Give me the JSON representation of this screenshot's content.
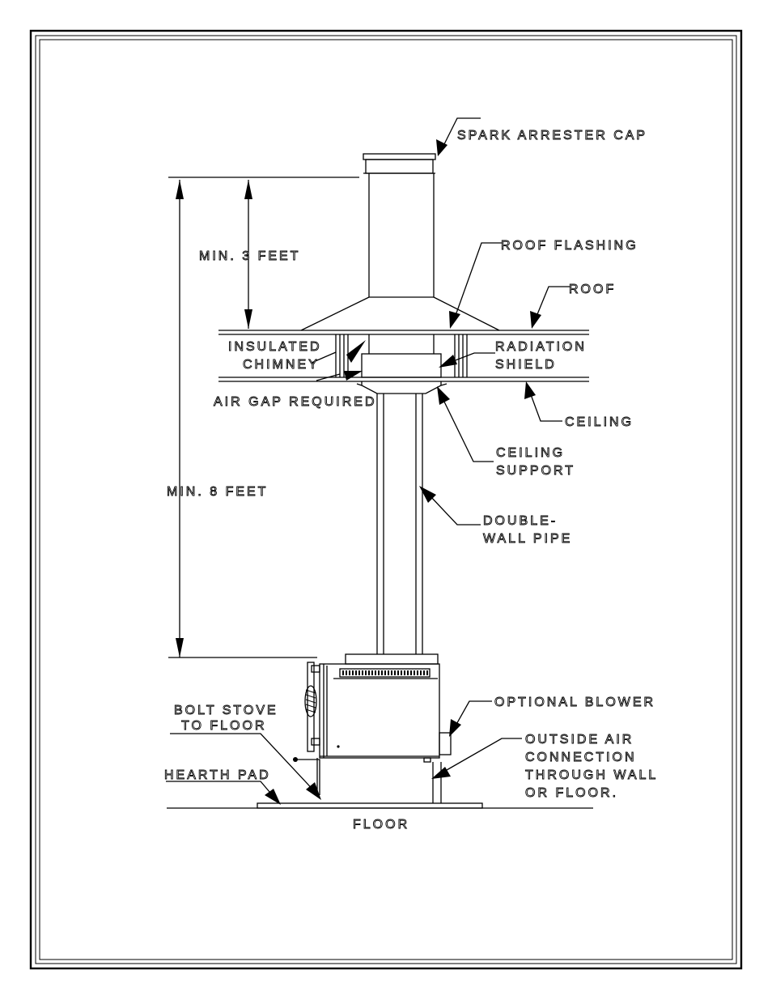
{
  "labels": {
    "spark_arrester_cap": "SPARK ARRESTER CAP",
    "min_3_feet": "MIN. 3 FEET",
    "roof_flashing": "ROOF FLASHING",
    "roof": "ROOF",
    "insulated": "INSULATED",
    "chimney": "CHIMNEY",
    "radiation": "RADIATION",
    "shield": "SHIELD",
    "air_gap_required": "AIR GAP REQUIRED",
    "ceiling": "CEILING",
    "ceiling_support_1": "CEILING",
    "ceiling_support_2": "SUPPORT",
    "min_8_feet": "MIN. 8 FEET",
    "double_wall_1": "DOUBLE-",
    "double_wall_2": "WALL PIPE",
    "optional_blower": "OPTIONAL BLOWER",
    "bolt_stove_1": "BOLT STOVE",
    "bolt_stove_2": "TO FLOOR",
    "outside_air_1": "OUTSIDE AIR",
    "outside_air_2": "CONNECTION",
    "outside_air_3": "THROUGH WALL",
    "outside_air_4": "OR FLOOR.",
    "hearth_pad": "HEARTH PAD",
    "floor": "FLOOR"
  }
}
